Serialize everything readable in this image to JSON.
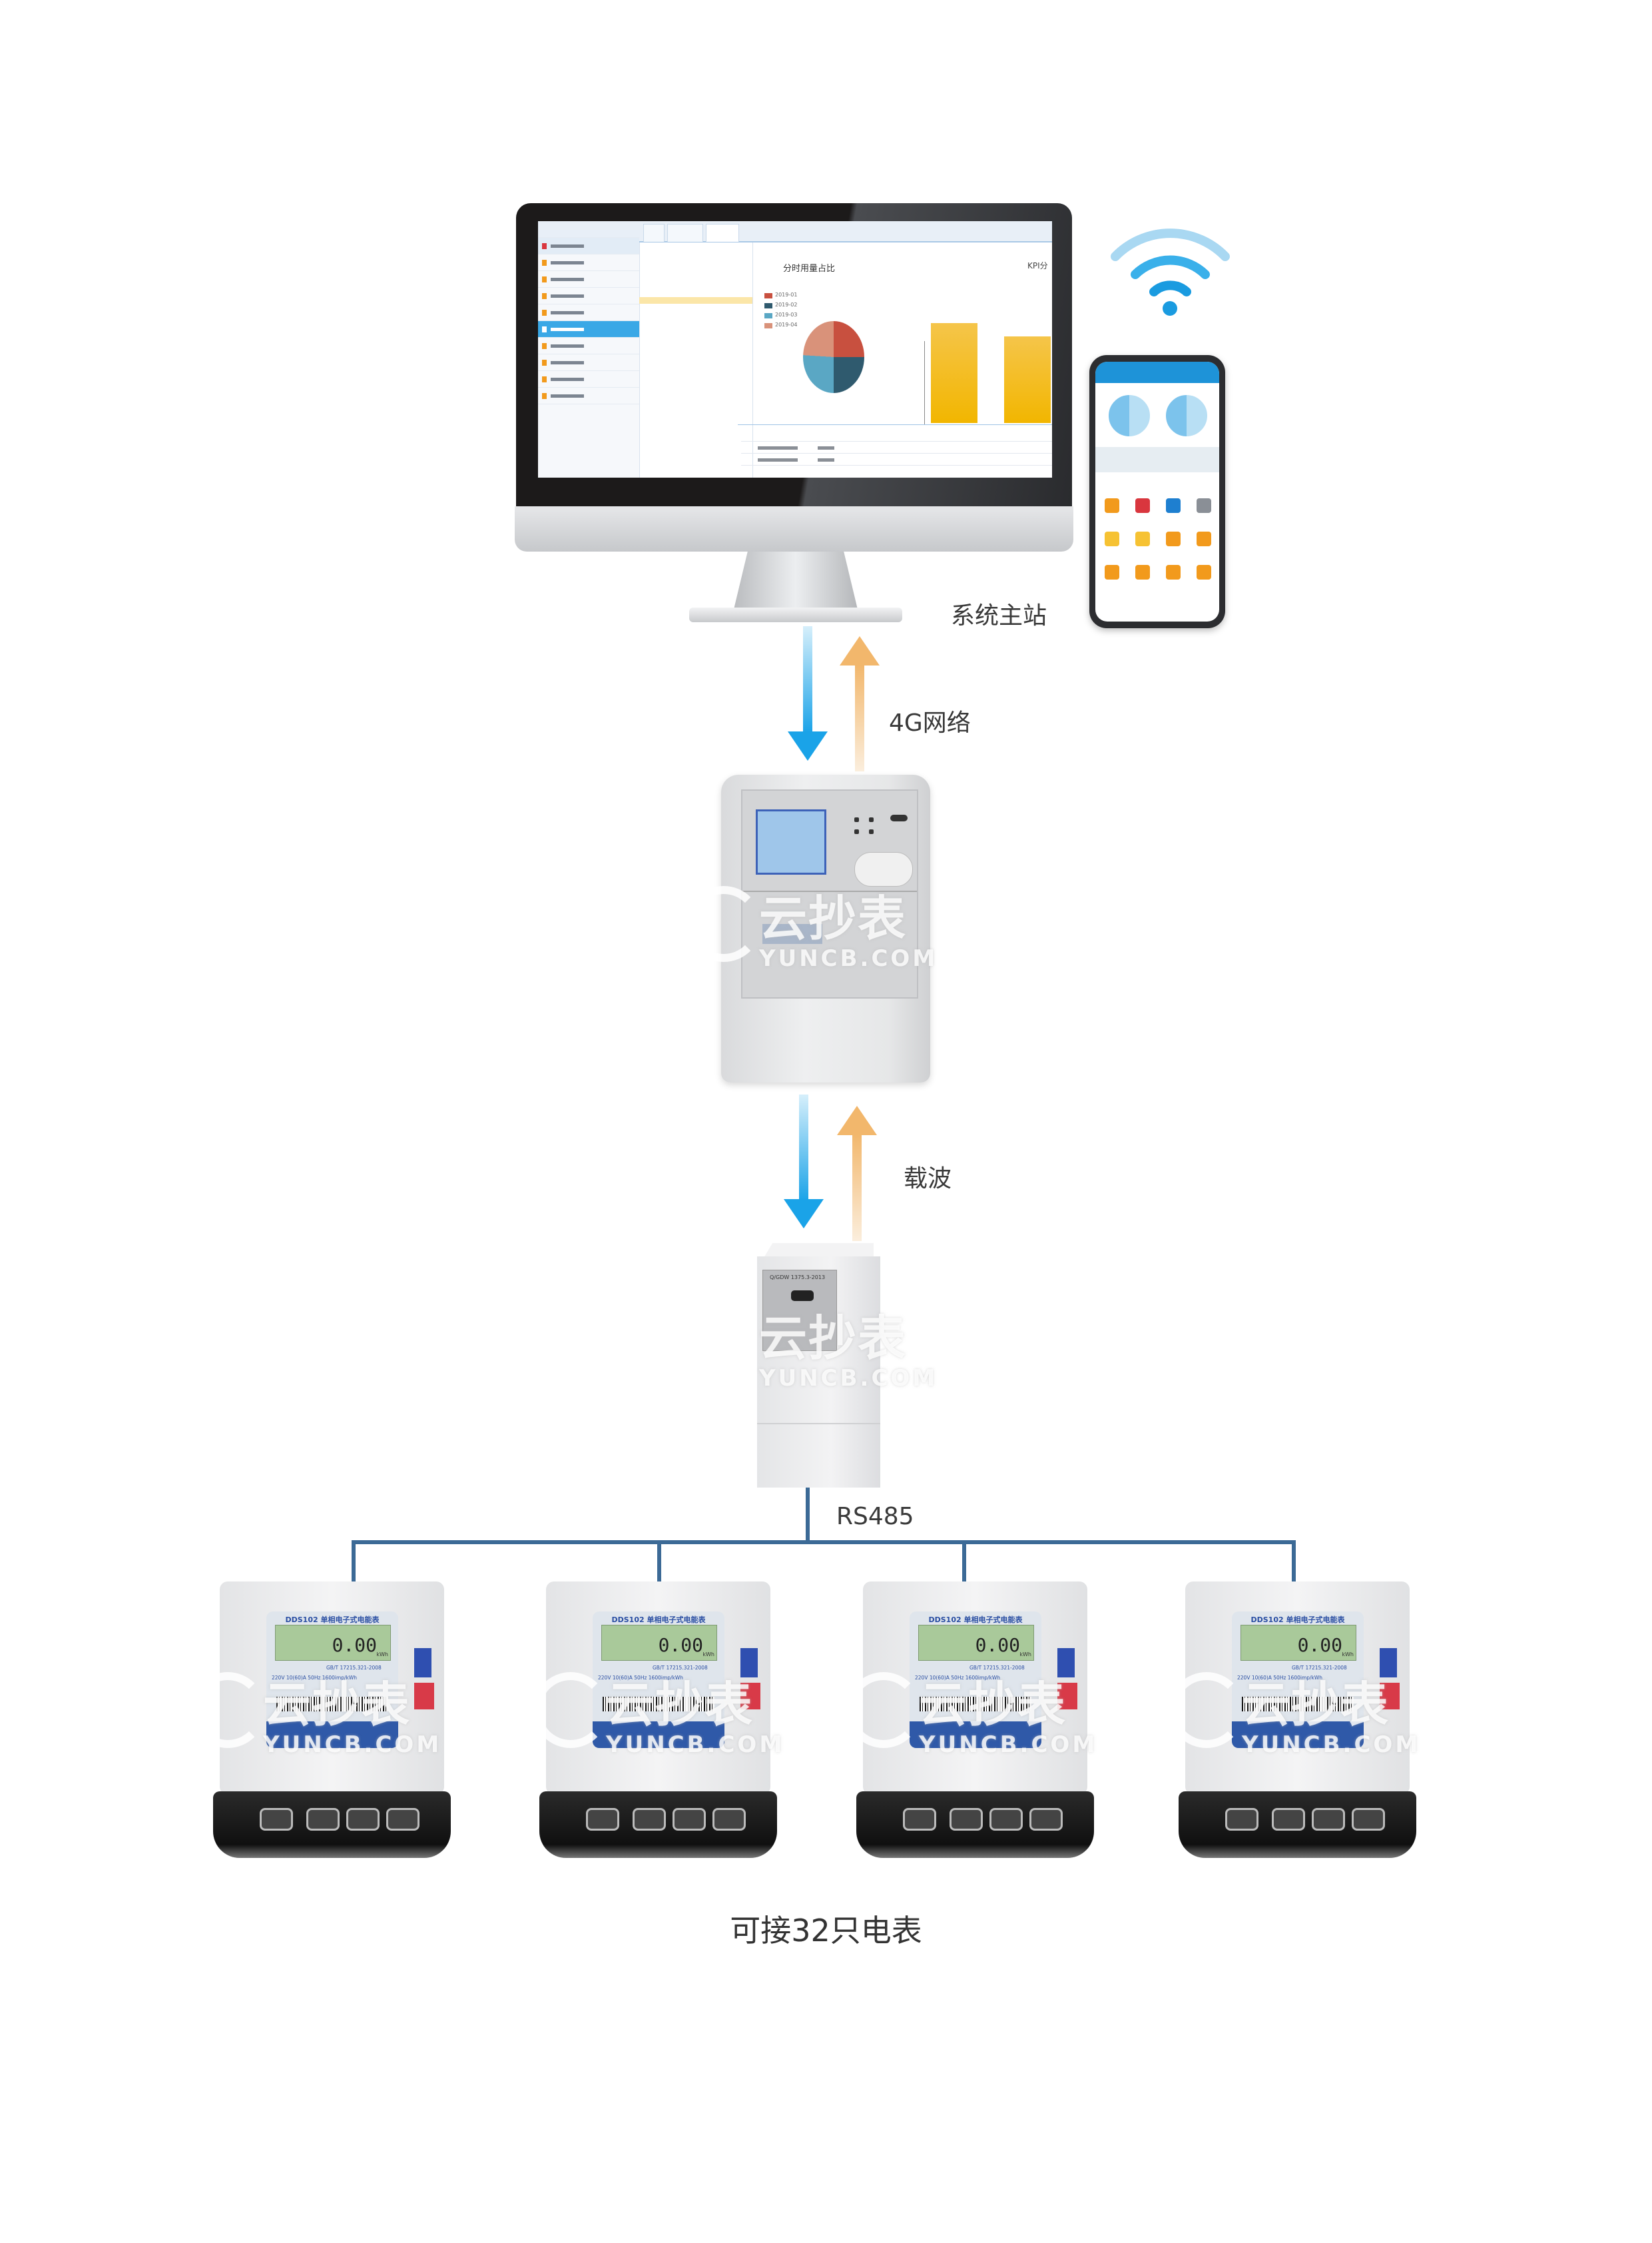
{
  "labels": {
    "master_station": "系统主站",
    "network_4g": "4G网络",
    "carrier": "载波",
    "rs485": "RS485",
    "meter_capacity": "可接32只电表"
  },
  "watermark": {
    "cn": "云抄表",
    "en": "YUNCB.COM"
  },
  "monitor_screen": {
    "chart_title": "分时用量占比",
    "kpi_title": "KPI分",
    "legend": [
      "2019-01",
      "2019-02",
      "2019-03",
      "2019-04"
    ]
  },
  "collector": {
    "standard": "Q/GDW 1375.3-2013"
  },
  "meters": [
    {
      "title": "DDS102 单相电子式电能表",
      "reading": "0.00",
      "unit": "kWh",
      "spec1": "GB/T 17215.321-2008",
      "spec2": "220V 10(60)A 50Hz 1600imp/kWh"
    },
    {
      "title": "DDS102 单相电子式电能表",
      "reading": "0.00",
      "unit": "kWh",
      "spec1": "GB/T 17215.321-2008",
      "spec2": "220V 10(60)A 50Hz 1600imp/kWh"
    },
    {
      "title": "DDS102 单相电子式电能表",
      "reading": "0.00",
      "unit": "kWh",
      "spec1": "GB/T 17215.321-2008",
      "spec2": "220V 10(60)A 50Hz 1600imp/kWh"
    },
    {
      "title": "DDS102 单相电子式电能表",
      "reading": "0.00",
      "unit": "kWh",
      "spec1": "GB/T 17215.321-2008",
      "spec2": "220V 10(60)A 50Hz 1600imp/kWh"
    }
  ],
  "colors": {
    "bus_line": "#3c6a96",
    "downlink_arrow": "#1aa3e8",
    "uplink_arrow": "#f2b76c",
    "accent": "#1e93d8"
  }
}
